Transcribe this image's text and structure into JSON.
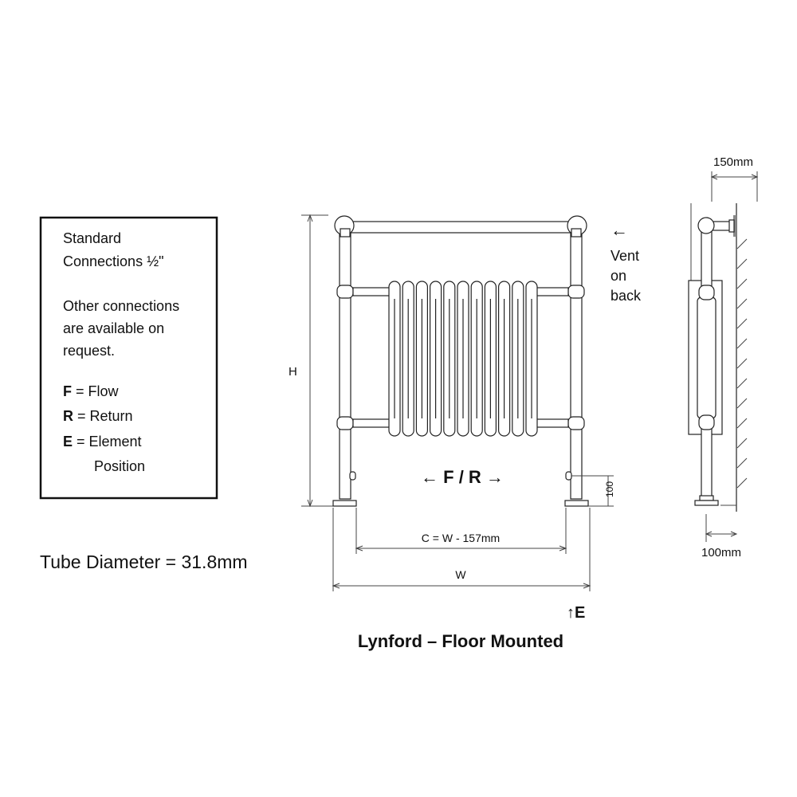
{
  "info_box": {
    "line1": "Standard",
    "line2": "Connections ½\"",
    "line3": "Other connections",
    "line4": "are available on",
    "line5": "request.",
    "legend": [
      {
        "key": "F",
        "text": " = Flow"
      },
      {
        "key": "R",
        "text": " = Return"
      },
      {
        "key": "E",
        "text": " = Element"
      }
    ],
    "legend_cont": "Position"
  },
  "tube_diameter": "Tube Diameter = 31.8mm",
  "front_view": {
    "height_label": "H",
    "flow_return_label": "← F / R →",
    "element_height": "100",
    "c_label": "C = W - 157mm",
    "w_label": "W",
    "element_label": "↑E",
    "vent_arrow": "←",
    "vent_lines": [
      "Vent",
      "on",
      "back"
    ]
  },
  "side_view": {
    "depth_label": "150mm",
    "foot_label": "100mm"
  },
  "title": "Lynford – Floor Mounted"
}
